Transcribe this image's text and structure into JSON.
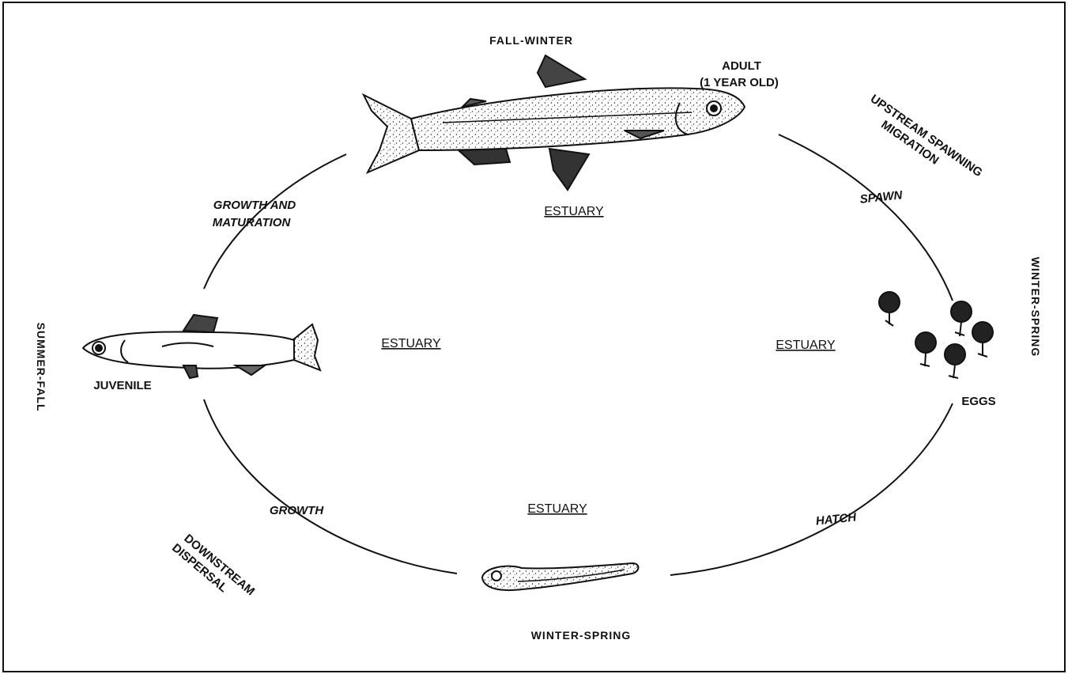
{
  "diagram": {
    "seasons": {
      "top": "FALL-WINTER",
      "right": "WINTER-SPRING",
      "bottom": "WINTER-SPRING",
      "left": "SUMMER-FALL"
    },
    "stages": {
      "adult_line1": "ADULT",
      "adult_line2": "(1 YEAR OLD)",
      "eggs": "EGGS",
      "juvenile": "JUVENILE"
    },
    "habitat": {
      "top": "ESTUARY",
      "right": "ESTUARY",
      "bottom": "ESTUARY",
      "left": "ESTUARY"
    },
    "processes": {
      "upstream_line1": "UPSTREAM SPAWNING",
      "upstream_line2": "MIGRATION",
      "spawn": "SPAWN",
      "hatch": "HATCH",
      "growth": "GROWTH",
      "downstream_line1": "DOWNSTREAM",
      "downstream_line2": "DISPERSAL",
      "growth_maturation_line1": "GROWTH AND",
      "growth_maturation_line2": "MATURATION"
    },
    "colors": {
      "ink": "#111111",
      "paper": "#ffffff"
    }
  }
}
